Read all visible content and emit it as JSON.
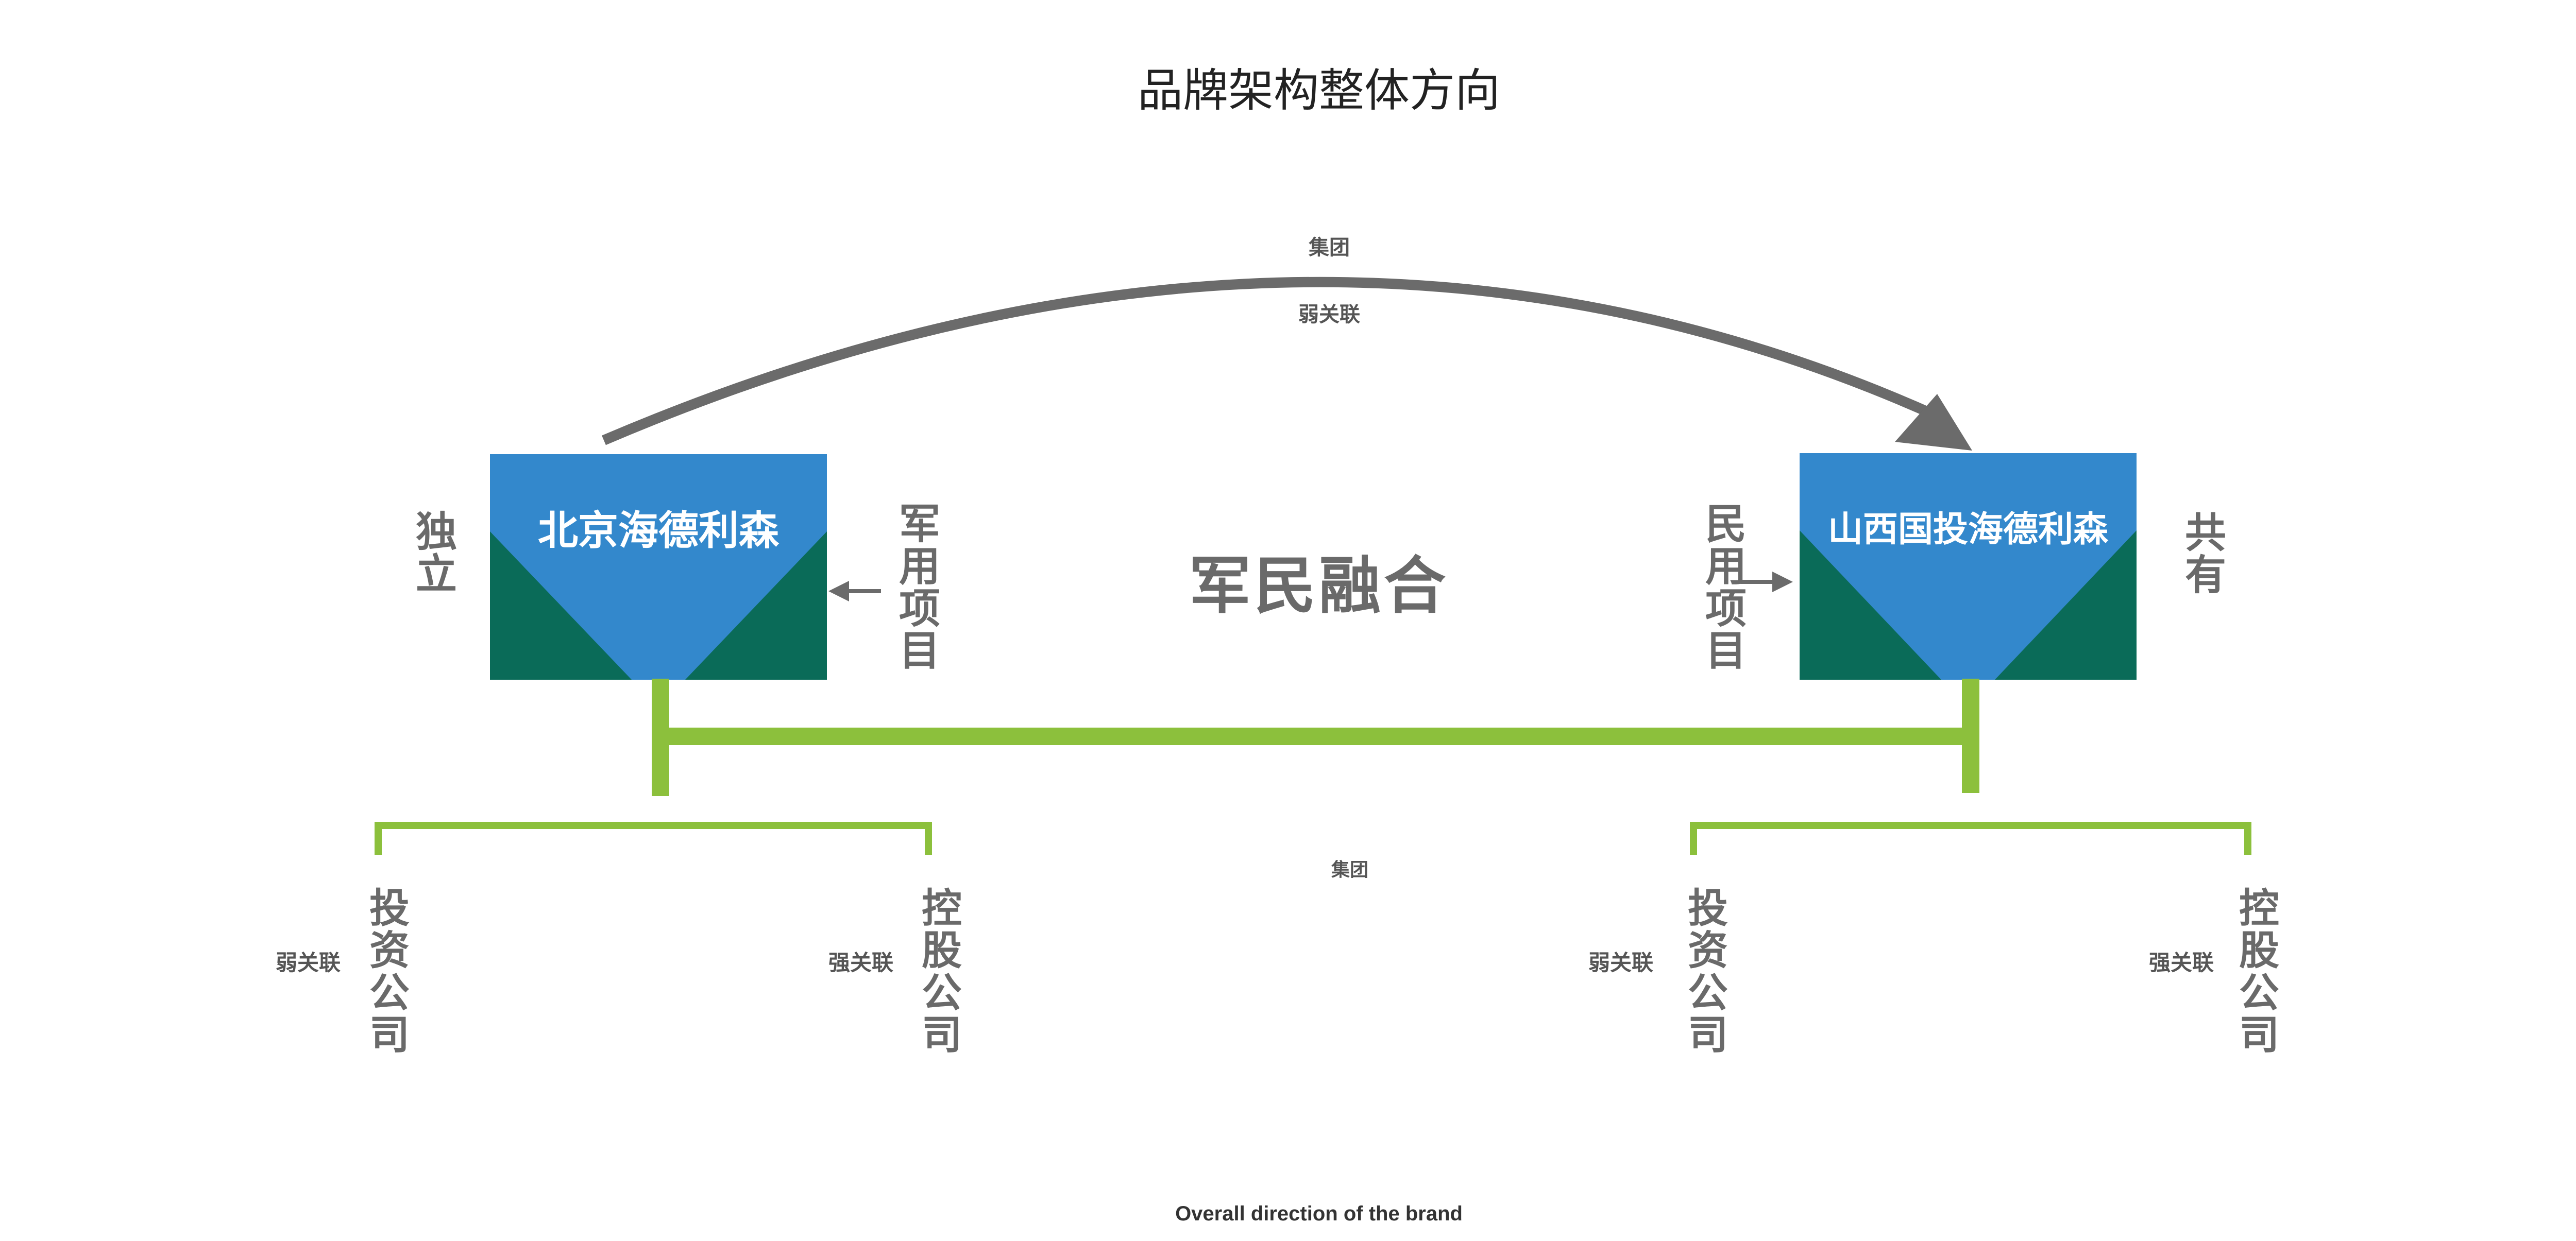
{
  "title": "品牌架构整体方向",
  "arrow_top_label": "集团",
  "arrow_bottom_label": "弱关联",
  "center_label": "军民融合",
  "left_box": {
    "name": "北京海德利森",
    "side_label": "独立",
    "input_label": "军用项目"
  },
  "right_box": {
    "name": "山西国投海德利森",
    "side_label": "共有",
    "input_label": "民用项目"
  },
  "mid_label": "集团",
  "subsidiaries": {
    "left_weak": {
      "relation": "弱关联",
      "name": "投资公司"
    },
    "left_strong": {
      "relation": "强关联",
      "name": "控股公司"
    },
    "right_weak": {
      "relation": "弱关联",
      "name": "投资公司"
    },
    "right_strong": {
      "relation": "强关联",
      "name": "控股公司"
    }
  },
  "footer": "Overall direction of the brand",
  "colors": {
    "box_blue": "#3388cc",
    "box_green": "#0a6b58",
    "connector_green": "#8cc03c",
    "arrow_gray": "#6b6b6b"
  }
}
